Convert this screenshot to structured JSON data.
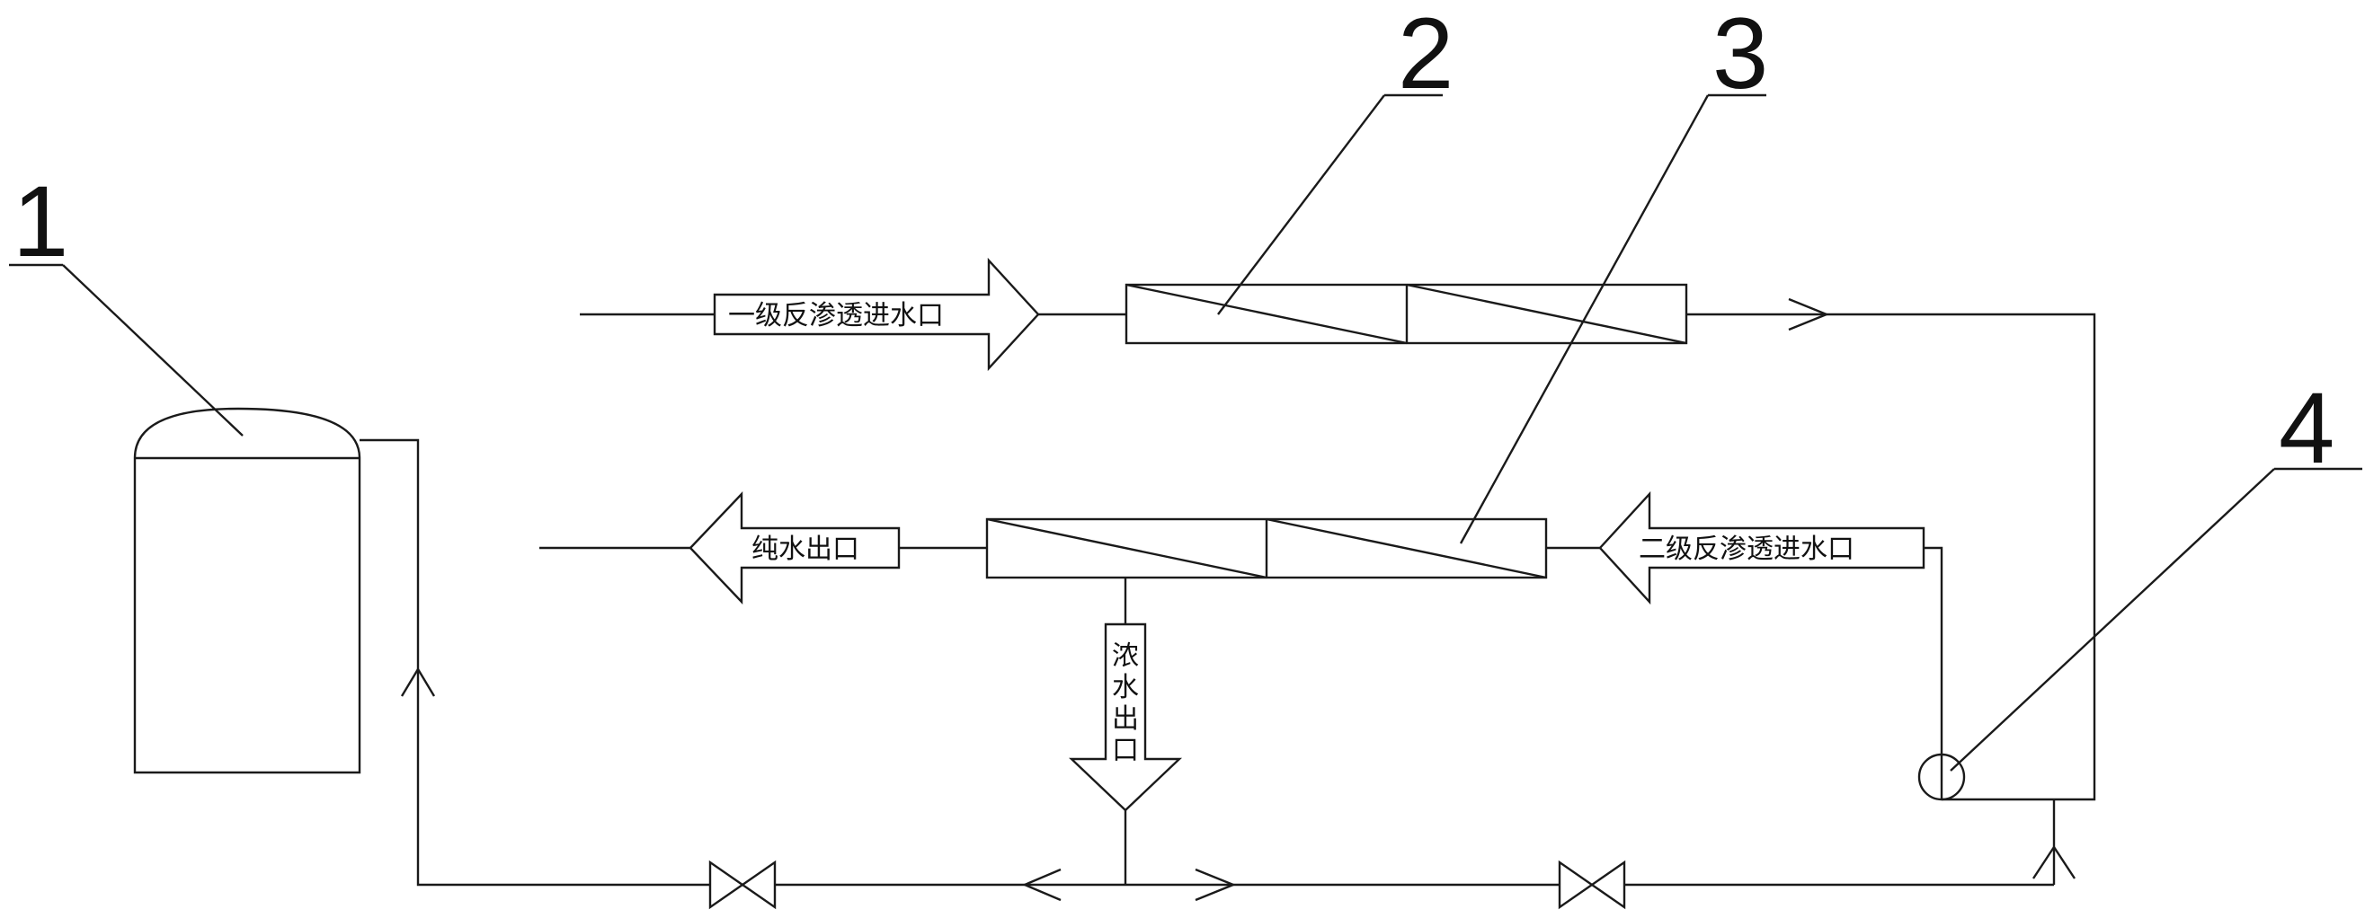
{
  "diagram": {
    "callouts": {
      "tank": "1",
      "ro_stage1": "2",
      "ro_stage2": "3",
      "pump": "4"
    },
    "labels": {
      "stage1_inlet": "一级反渗透进水口",
      "stage2_inlet": "二级反渗透进水口",
      "pure_water_outlet": "纯水出口",
      "concentrate_outlet": [
        "浓",
        "水",
        "出",
        "口"
      ]
    }
  }
}
